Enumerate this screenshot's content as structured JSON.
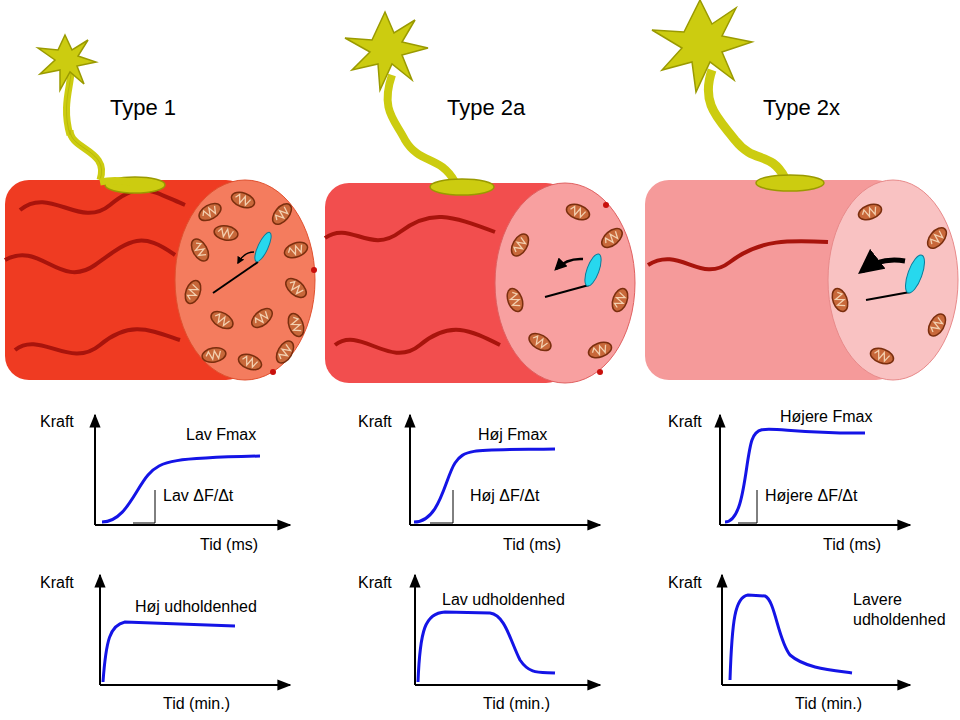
{
  "diagram": {
    "labels": [
      "Type 1",
      "Type 2a",
      "Type 2x",
      "Kraft",
      "Lav Fmax",
      "Lav ΔF/Δt",
      "Tid (ms)",
      "Kraft",
      "Høj Fmax",
      "Høj ΔF/Δt",
      "Tid (ms)",
      "Kraft",
      "Højere Fmax",
      "Højere ΔF/Δt",
      "Tid (ms)",
      "Kraft",
      "Høj udholdenhed",
      "Tid (min.)",
      "Kraft",
      "Lav udholdenhed",
      "Tid (min.)",
      "Kraft",
      "Lavere udholdenhed",
      "Tid (min.)"
    ]
  }
}
